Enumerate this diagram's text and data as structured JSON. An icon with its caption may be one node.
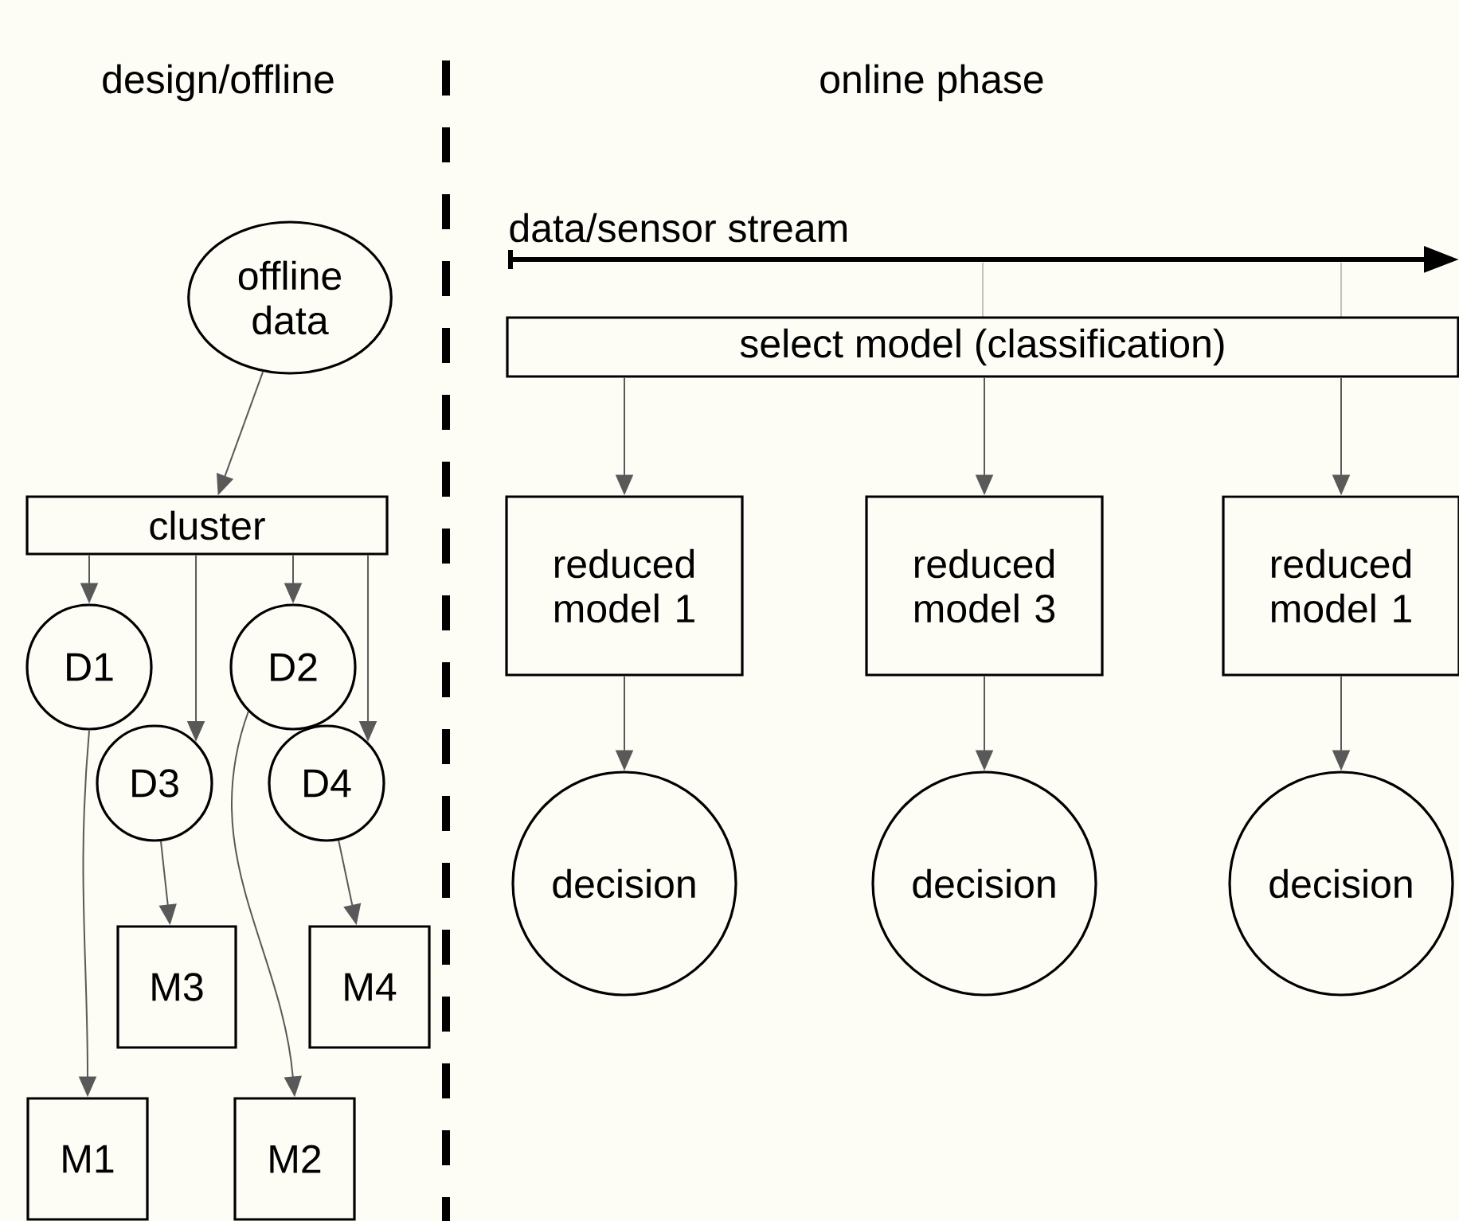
{
  "diagram": {
    "nodes": [
      {
        "text": [
          "offline data"
        ]
      },
      {
        "text": [
          "cluster"
        ]
      },
      {
        "text": [
          "D1"
        ]
      },
      {
        "text": [
          "D2"
        ]
      },
      {
        "text": [
          "D3"
        ]
      },
      {
        "text": [
          "D4"
        ]
      },
      {
        "text": [
          "M3"
        ]
      },
      {
        "text": [
          "M4"
        ]
      },
      {
        "text": [
          "M1"
        ]
      },
      {
        "text": [
          "M2"
        ]
      },
      {
        "text": [
          "select model (classification)"
        ]
      },
      {
        "text": [
          "reduced model 1"
        ]
      },
      {
        "text": [
          "reduced model 3"
        ]
      },
      {
        "text": [
          "reduced model 1"
        ]
      },
      {
        "text": [
          "decision"
        ]
      },
      {
        "text": [
          "decision"
        ]
      },
      {
        "text": [
          "decision"
        ]
      }
    ],
    "edges": [
      {
        "from": 0,
        "to": 1,
        "arrow": "to"
      },
      {
        "from": 1,
        "to": 2,
        "arrow": "to"
      },
      {
        "from": 1,
        "to": 4,
        "arrow": "to"
      },
      {
        "from": 1,
        "to": 3,
        "arrow": "to"
      },
      {
        "from": 1,
        "to": 5,
        "arrow": "to"
      },
      {
        "from": 4,
        "to": 6,
        "arrow": "to"
      },
      {
        "from": 5,
        "to": 7,
        "arrow": "to"
      },
      {
        "from": 2,
        "to": 8,
        "arrow": "to"
      },
      {
        "from": 3,
        "to": 9,
        "arrow": "to"
      },
      {
        "from": 10,
        "to": 11,
        "arrow": "to"
      },
      {
        "from": 10,
        "to": 12,
        "arrow": "to"
      },
      {
        "from": 10,
        "to": 13,
        "arrow": "to"
      },
      {
        "from": 11,
        "to": 14,
        "arrow": "to"
      },
      {
        "from": 12,
        "to": 15,
        "arrow": "to"
      },
      {
        "from": 13,
        "to": 16,
        "arrow": "to"
      }
    ],
    "labels": [
      "design/offline",
      "online phase",
      "data/sensor stream"
    ]
  }
}
